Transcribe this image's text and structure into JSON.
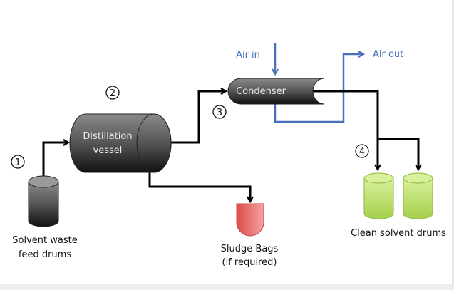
{
  "colors": {
    "flow": "#000000",
    "air": "#4a6fbf",
    "equipment": "#444444",
    "sludge": "#e86a6a",
    "clean": "#b7dc6a"
  },
  "steps": [
    "1",
    "2",
    "3",
    "4"
  ],
  "nodes": {
    "feed": {
      "line1": "Solvent waste",
      "line2": "feed drums"
    },
    "vessel": {
      "line1": "Distillation",
      "line2": "vessel"
    },
    "condenser": {
      "label": "Condenser"
    },
    "sludge": {
      "line1": "Sludge Bags",
      "line2": "(if required)"
    },
    "clean": {
      "label": "Clean solvent drums"
    }
  },
  "air": {
    "in": "Air in",
    "out": "Air out"
  }
}
